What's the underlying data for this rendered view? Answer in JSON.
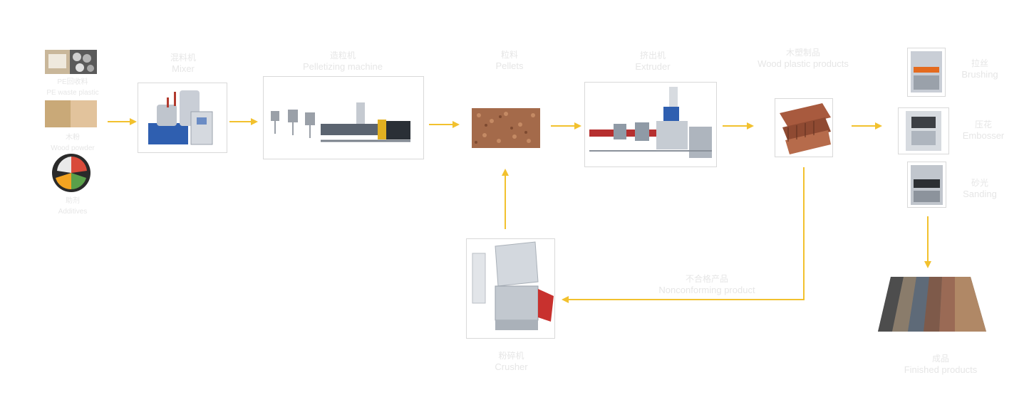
{
  "colors": {
    "arrow": "#f2c12e",
    "label": "#e6e6e6"
  },
  "raw_materials": {
    "pe": {
      "zh": "PE回收料",
      "en": "PE waste plastic"
    },
    "wood": {
      "zh": "木粉",
      "en": "Wood powder"
    },
    "additives": {
      "zh": "助剂",
      "en": "Additives"
    }
  },
  "steps": {
    "mixer": {
      "zh": "混料机",
      "en": "Mixer"
    },
    "pelletizing": {
      "zh": "造粒机",
      "en": "Pelletizing machine"
    },
    "pellets": {
      "zh": "粒料",
      "en": "Pellets"
    },
    "extruder": {
      "zh": "挤出机",
      "en": "Extruder"
    },
    "wpc_products": {
      "zh": "木塑制品",
      "en": "Wood plastic products"
    },
    "brushing": {
      "zh": "拉丝",
      "en": "Brushing"
    },
    "embosser": {
      "zh": "压花",
      "en": "Embosser"
    },
    "sanding": {
      "zh": "砂光",
      "en": "Sanding"
    },
    "finished": {
      "zh": "成品",
      "en": "Finished products"
    },
    "crusher": {
      "zh": "粉碎机",
      "en": "Crusher"
    },
    "nonconforming": {
      "zh": "不合格产品",
      "en": "Nonconforming product"
    }
  }
}
